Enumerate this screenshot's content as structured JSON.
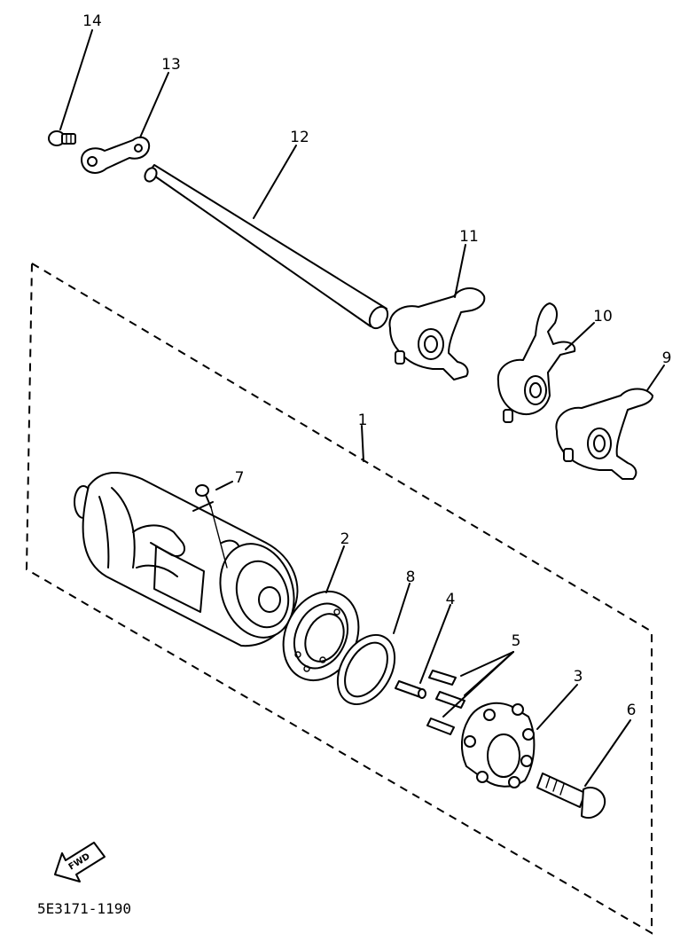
{
  "callouts": {
    "p1": "1",
    "p2": "2",
    "p3": "3",
    "p4": "4",
    "p5": "5",
    "p6": "6",
    "p7": "7",
    "p8": "8",
    "p9": "9",
    "p10": "10",
    "p11": "11",
    "p12": "12",
    "p13": "13",
    "p14": "14"
  },
  "direction_label": "FWD",
  "diagram_code": "5E3171-1190"
}
